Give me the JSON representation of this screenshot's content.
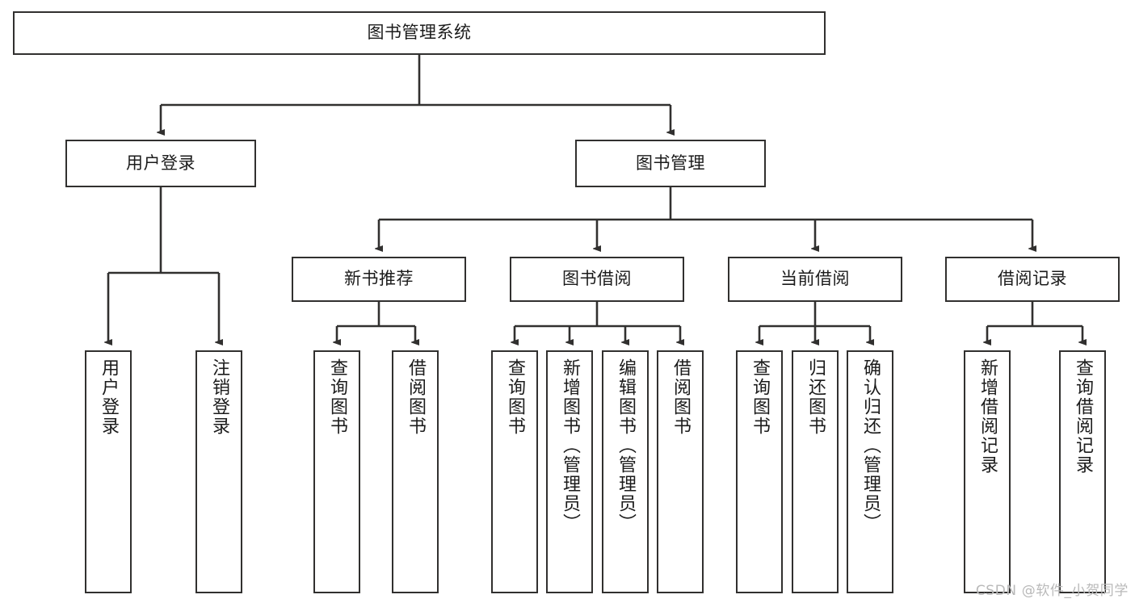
{
  "diagram": {
    "type": "tree",
    "title": "图书管理系统",
    "root": {
      "label": "图书管理系统"
    },
    "level1": [
      {
        "label": "用户登录"
      },
      {
        "label": "图书管理"
      }
    ],
    "level2": [
      {
        "label": "新书推荐"
      },
      {
        "label": "图书借阅"
      },
      {
        "label": "当前借阅"
      },
      {
        "label": "借阅记录"
      }
    ],
    "leaves": {
      "user_login": [
        {
          "label": "用户登录"
        },
        {
          "label": "注销登录"
        }
      ],
      "new_book_recommend": [
        {
          "label": "查询图书"
        },
        {
          "label": "借阅图书"
        }
      ],
      "book_borrow": [
        {
          "label": "查询图书"
        },
        {
          "label": "新增图书（管理员）"
        },
        {
          "label": "编辑图书（管理员）"
        },
        {
          "label": "借阅图书"
        }
      ],
      "current_borrow": [
        {
          "label": "查询图书"
        },
        {
          "label": "归还图书"
        },
        {
          "label": "确认归还（管理员）"
        }
      ],
      "borrow_record": [
        {
          "label": "新增借阅记录"
        },
        {
          "label": "查询借阅记录"
        }
      ]
    }
  },
  "watermark": {
    "text": "CSDN @软件_小贺同学"
  },
  "colors": {
    "stroke": "#31302f",
    "text": "#1b1b1b",
    "background": "#ffffff",
    "watermark": "#b9b9b9"
  }
}
